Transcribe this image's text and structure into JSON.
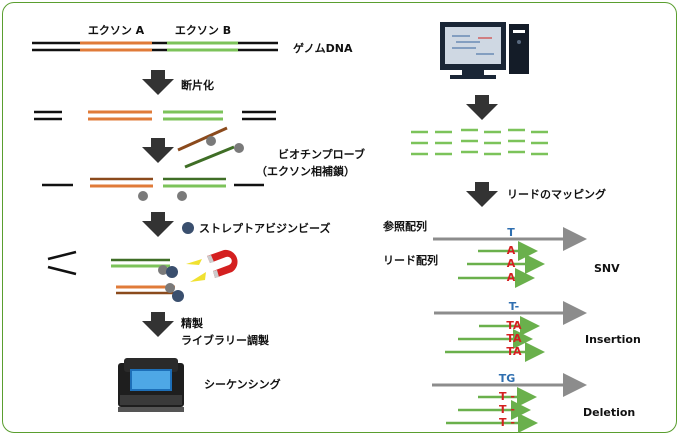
{
  "colors": {
    "frame": "#5a9e2f",
    "black": "#111111",
    "exonA": "#e07b39",
    "exonB": "#7cc35a",
    "brown": "#8b4a1c",
    "darkgreen": "#3f6e26",
    "arrow": "#333333",
    "refgray": "#8c8c8c",
    "readgreen": "#6ab04c",
    "refbase": "#2f6fb0",
    "readbase": "#d42020",
    "bead": "#7a7a7a",
    "strep": "#3a4f6e"
  },
  "left": {
    "exonA": "エクソン A",
    "exonB": "エクソン B",
    "genome": "ゲノムDNA",
    "fragment": "断片化",
    "probe1": "ビオチンプローブ",
    "probe2": "（エクソン相補鎖）",
    "strep": "ストレプトアビジンビーズ",
    "purify1": "精製",
    "purify2": "ライブラリー調製",
    "seq": "シーケンシング"
  },
  "right": {
    "mapping": "リードのマッピング",
    "ref_label": "参照配列",
    "read_label": "リード配列",
    "snv": {
      "title": "SNV",
      "ref": "T",
      "reads": [
        "A",
        "A",
        "A"
      ]
    },
    "insertion": {
      "title": "Insertion",
      "ref": "T-",
      "reads": [
        "TA",
        "TA",
        "TA"
      ]
    },
    "deletion": {
      "title": "Deletion",
      "ref": "TG",
      "reads": [
        "T -",
        "T -",
        "T -"
      ]
    }
  }
}
